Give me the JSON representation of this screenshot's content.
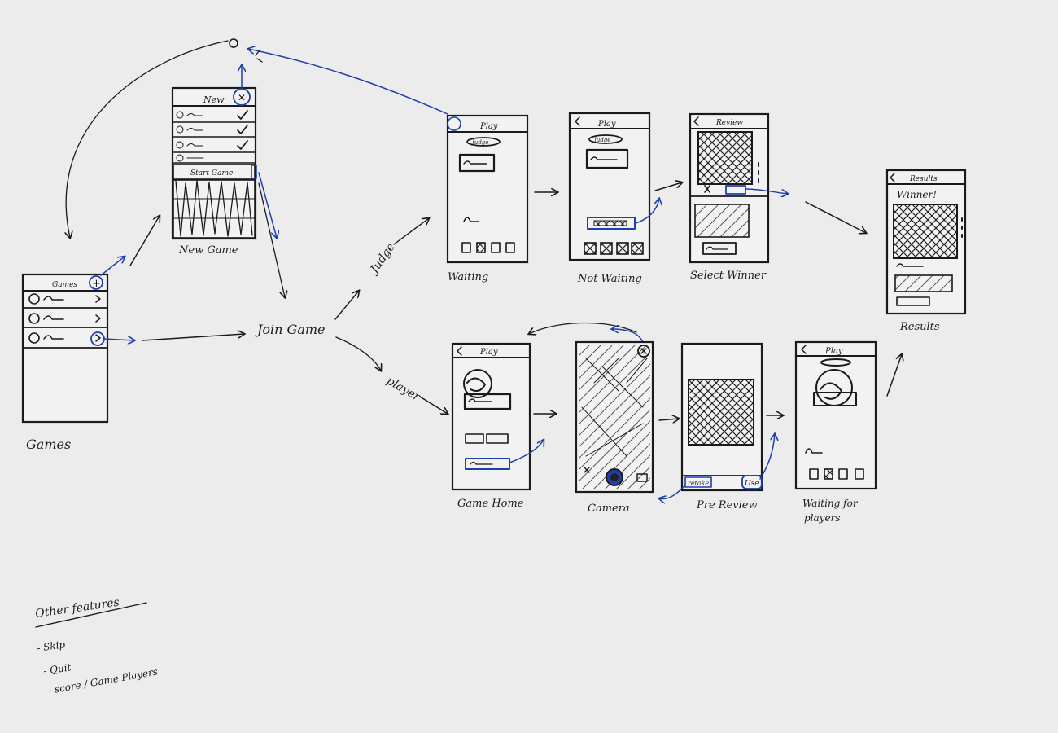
{
  "labels": {
    "games": "Games",
    "new_game": "New Game",
    "join_game": "Join Game",
    "judge": "Judge",
    "player": "player",
    "waiting": "Waiting",
    "not_waiting": "Not Waiting",
    "select_winner": "Select Winner",
    "results": "Results",
    "game_home": "Game Home",
    "camera": "Camera",
    "pre_review": "Pre Review",
    "waiting_for_players_1": "Waiting for",
    "waiting_for_players_2": "players"
  },
  "screens": {
    "games": {
      "title": "Games",
      "add_icon": "+"
    },
    "new_game": {
      "title": "New",
      "close_icon": "✕",
      "start_label": "Start Game"
    },
    "play": {
      "title": "Play",
      "judge_pill": "Judge"
    },
    "review": {
      "title": "Review"
    },
    "results": {
      "title": "Results",
      "winner": "Winner!"
    },
    "pre_review": {
      "retake": "retake",
      "use": "Use"
    }
  },
  "notes": {
    "heading": "Other features",
    "items": [
      "- Skip",
      "- Quit",
      "- score / Game Players"
    ]
  },
  "colors": {
    "ink": "#1a1a1a",
    "blue_ink": "#1f3fae",
    "paper": "#ececec"
  }
}
